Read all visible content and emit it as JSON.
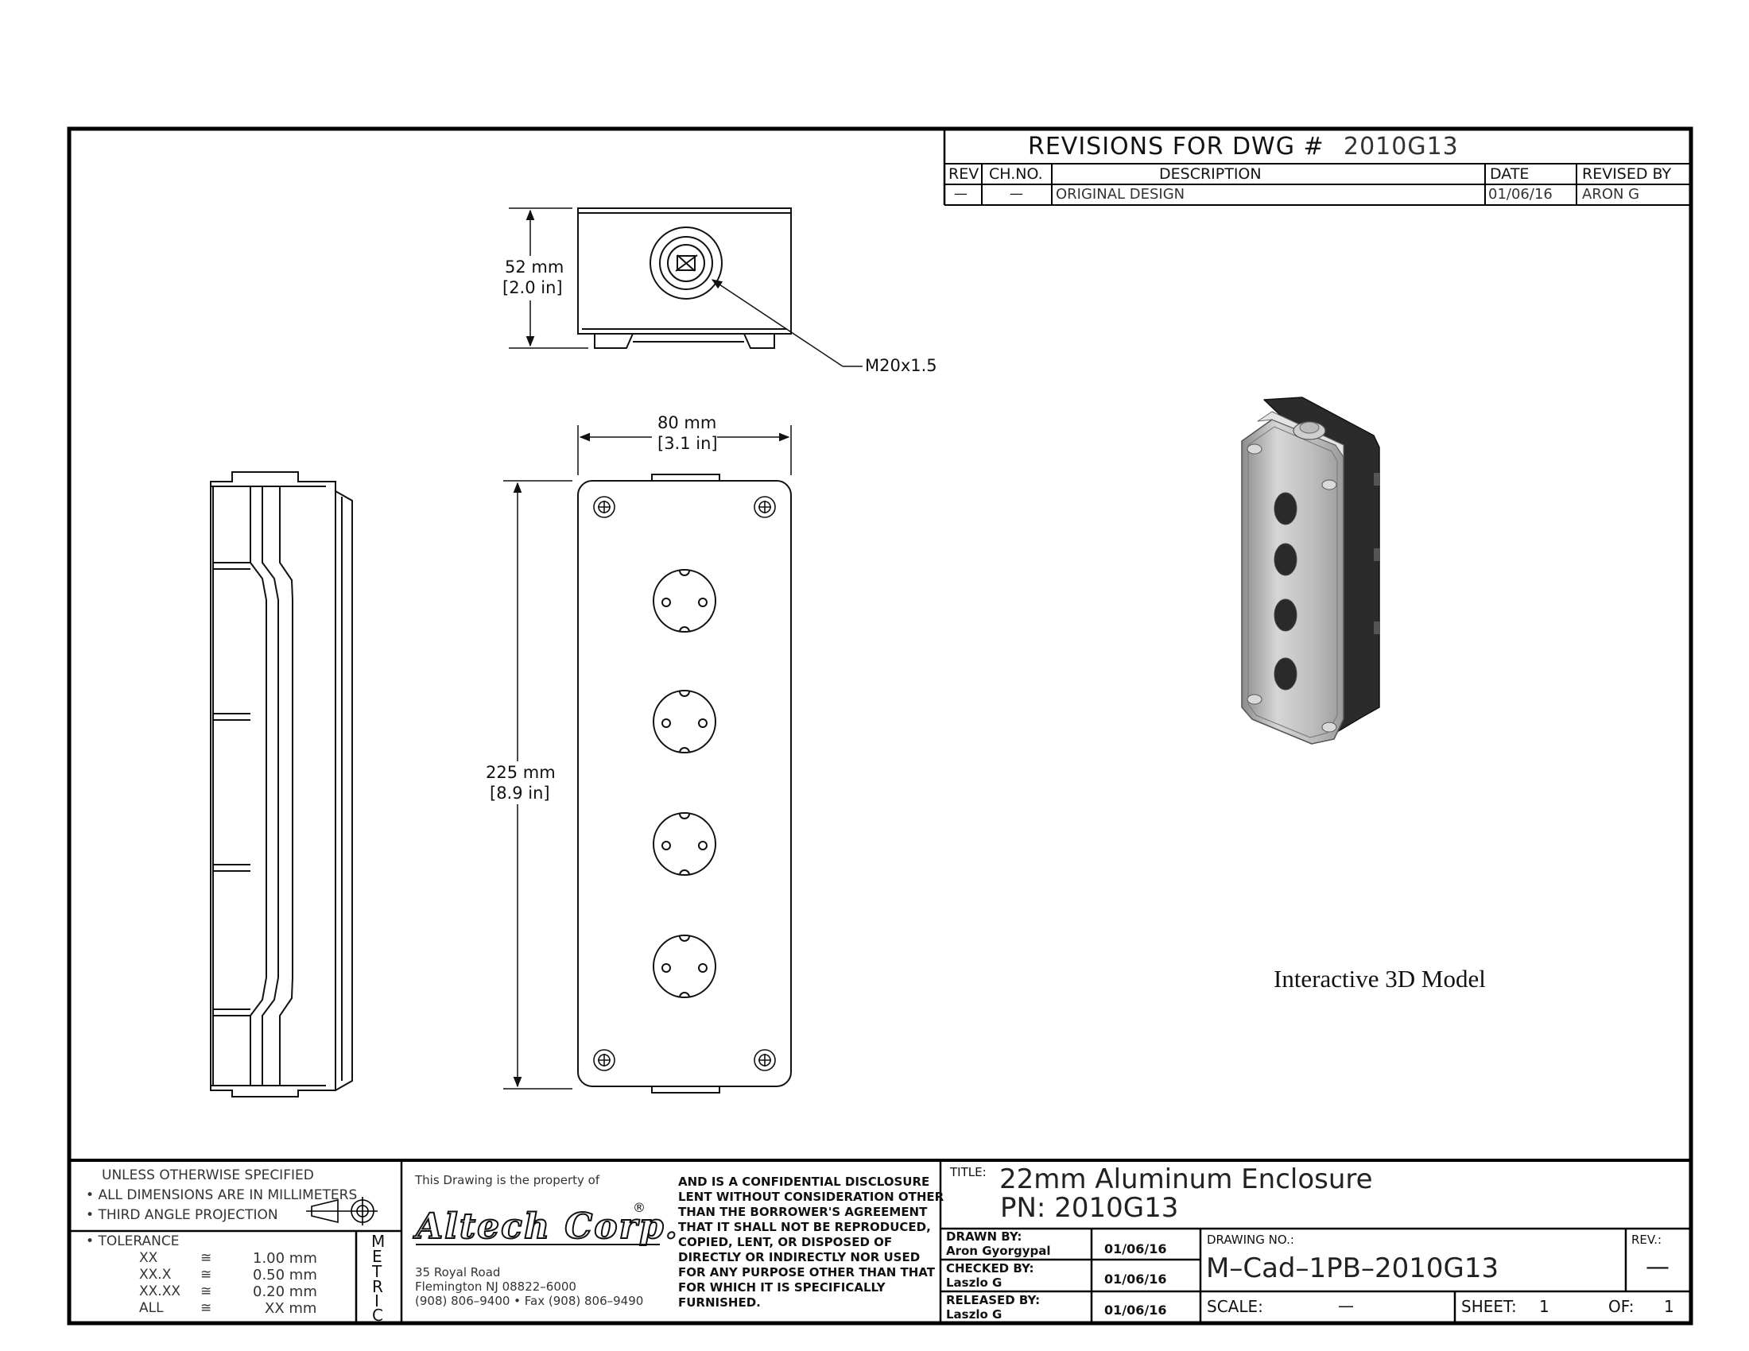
{
  "revisions": {
    "heading": "REVISIONS  FOR  DWG  #",
    "dwg_number": "2010G13",
    "columns": {
      "rev": "REV",
      "ch_no": "CH.NO.",
      "description": "DESCRIPTION",
      "date": "DATE",
      "revised_by": "REVISED  BY"
    },
    "rows": [
      {
        "rev": "—",
        "ch_no": "—",
        "description": "ORIGINAL  DESIGN",
        "date": "01/06/16",
        "revised_by": "ARON  G"
      }
    ]
  },
  "dimensions": {
    "height_mm": "52 mm",
    "height_in": "[2.0 in]",
    "thread": "M20x1.5",
    "width_mm": "80 mm",
    "width_in": "[3.1 in]",
    "length_mm": "225 mm",
    "length_in": "[8.9 in]"
  },
  "model_caption": "Interactive 3D Model",
  "spec_block": {
    "unless": "UNLESS  OTHERWISE  SPECIFIED",
    "all_dims": "ALL  DIMENSIONS  ARE  IN  MILLIMETERS",
    "projection": "THIRD  ANGLE  PROJECTION",
    "tolerance_label": "TOLERANCE",
    "tolerances": [
      {
        "format": "XX",
        "symbol": "≅",
        "value": "1.00 mm"
      },
      {
        "format": "XX.X",
        "symbol": "≅",
        "value": "0.50 mm"
      },
      {
        "format": "XX.XX",
        "symbol": "≅",
        "value": "0.20 mm"
      },
      {
        "format": "ALL",
        "symbol": "≅",
        "value": "XX mm"
      }
    ],
    "metric_letters": [
      "M",
      "E",
      "T",
      "R",
      "I",
      "C"
    ]
  },
  "company": {
    "property_of": "This  Drawing  is  the  property  of",
    "logo_text": "Altech Corp.",
    "address1": "35  Royal  Road",
    "address2": "Flemington  NJ  08822–6000",
    "phone": "(908)  806–9400 • Fax  (908)  806–9490",
    "disclosure": [
      "AND  IS  A  CONFIDENTIAL  DISCLOSURE",
      "LENT  WITHOUT  CONSIDERATION  OTHER",
      "THAN  THE  BORROWER'S  AGREEMENT",
      "THAT  IT  SHALL  NOT  BE  REPRODUCED,",
      "COPIED,  LENT,  OR  DISPOSED  OF",
      "DIRECTLY  OR  INDIRECTLY  NOR  USED",
      "FOR  ANY  PURPOSE  OTHER  THAN  THAT",
      "FOR  WHICH  IT  IS  SPECIFICALLY",
      "FURNISHED."
    ]
  },
  "title_block": {
    "title_label": "TITLE:",
    "title": "22mm  Aluminum  Enclosure",
    "pn": "PN:  2010G13",
    "drawn_label": "DRAWN  BY:",
    "drawn_name": "Aron  Gyorgypal",
    "drawn_date": "01/06/16",
    "checked_label": "CHECKED  BY:",
    "checked_name": "Laszlo  G",
    "checked_date": "01/06/16",
    "released_label": "RELEASED  BY:",
    "released_name": "Laszlo  G",
    "released_date": "01/06/16",
    "drawing_no_label": "DRAWING  NO.:",
    "drawing_no": "M–Cad–1PB–2010G13",
    "rev_label": "REV.:",
    "rev_value": "—",
    "scale_label": "SCALE:",
    "scale_value": "—",
    "sheet_label": "SHEET:",
    "sheet_value": "1",
    "of_label": "OF:",
    "of_value": "1"
  }
}
